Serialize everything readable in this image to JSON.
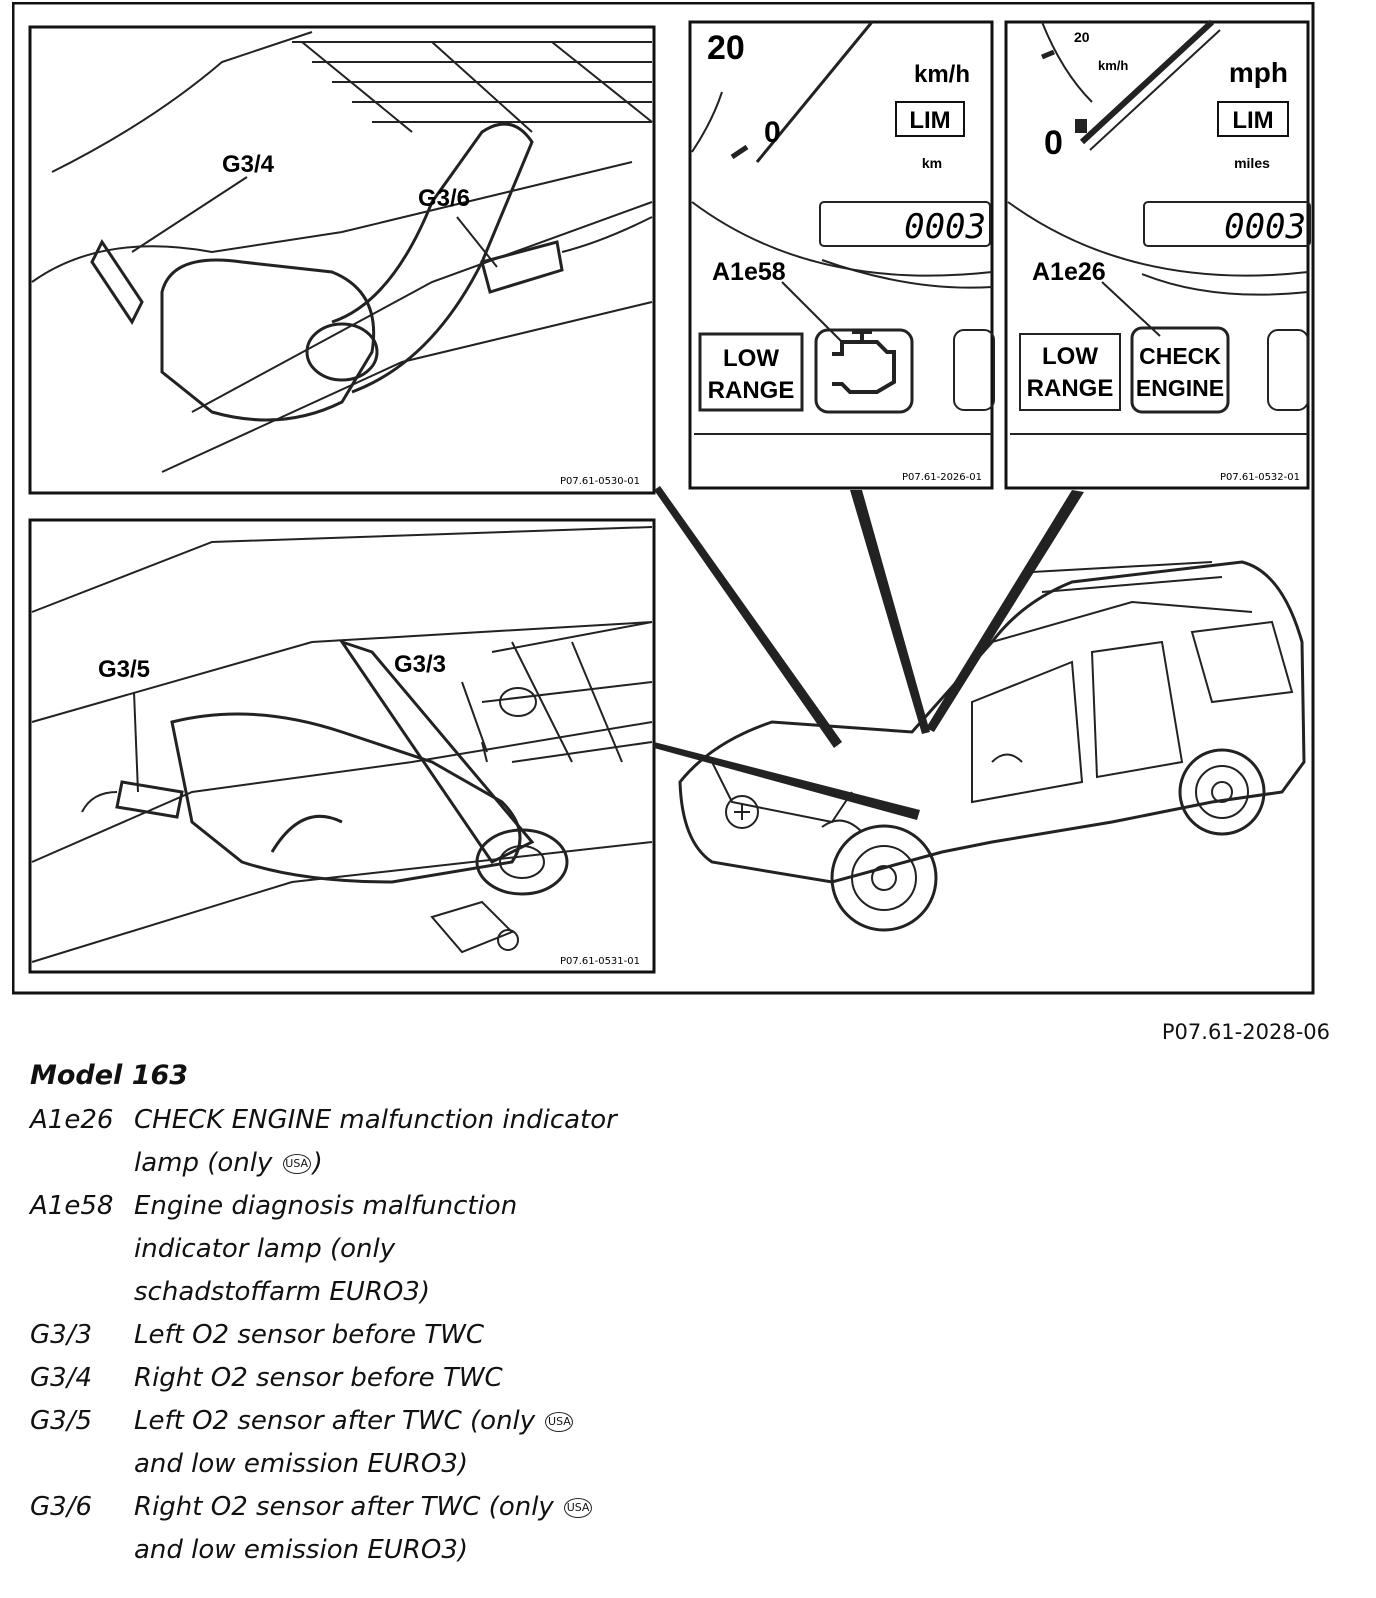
{
  "figure": {
    "panel_top_left": {
      "labels": [
        "G3/4",
        "G3/6"
      ],
      "ref": "P07.61-0530-01"
    },
    "panel_bottom_left": {
      "labels": [
        "G3/5",
        "G3/3"
      ],
      "ref": "P07.61-0531-01"
    },
    "panel_cluster_eu": {
      "speed": "20",
      "zero": "0",
      "unit": "km/h",
      "lim": "LIM",
      "dist_unit": "km",
      "odometer": "0003",
      "callout": "A1e58",
      "low": "LOW",
      "range": "RANGE",
      "ref": "P07.61-2026-01"
    },
    "panel_cluster_us": {
      "speed": "20",
      "zero": "0",
      "small_unit": "km/h",
      "unit": "mph",
      "lim": "LIM",
      "dist_unit": "miles",
      "odometer": "0003",
      "callout": "A1e26",
      "low": "LOW",
      "range": "RANGE",
      "check": "CHECK",
      "engine": "ENGINE",
      "ref": "P07.61-0532-01"
    }
  },
  "figure_ref": "P07.61-2028-06",
  "legend": {
    "title": "Model 163",
    "usa_symbol": "USA",
    "items": [
      {
        "code": "A1e26",
        "lines": [
          "CHECK ENGINE malfunction indicator",
          "lamp (only ",
          ")"
        ]
      },
      {
        "code": "A1e58",
        "lines": [
          "Engine diagnosis malfunction",
          "indicator lamp (only",
          "schadstoffarm EURO3)"
        ]
      },
      {
        "code": "G3/3",
        "lines": [
          "Left O2 sensor before TWC"
        ]
      },
      {
        "code": "G3/4",
        "lines": [
          "Right O2 sensor before TWC"
        ]
      },
      {
        "code": "G3/5",
        "lines": [
          "Left O2 sensor after TWC (only ",
          "and low emission EURO3)"
        ]
      },
      {
        "code": "G3/6",
        "lines": [
          "Right O2 sensor after TWC (only ",
          "and low emission EURO3)"
        ]
      }
    ]
  }
}
